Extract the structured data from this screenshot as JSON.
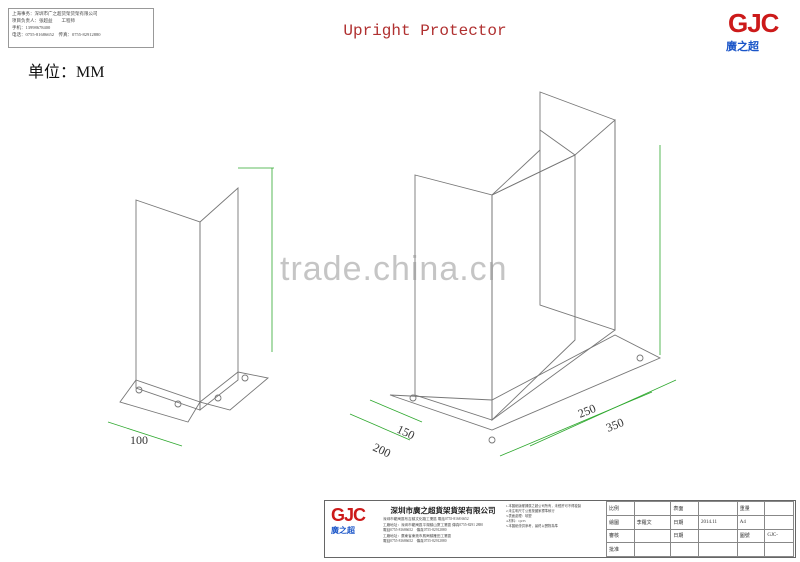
{
  "info": {
    "lines": [
      "上海事务：深圳市广之超货架货架有限公司",
      "项目负责人：张超益　　工程师",
      "手机：13998678400",
      "电话：0755-81686652　传真：0755-82912880"
    ]
  },
  "title": "Upright Protector",
  "unit_label": "单位：MM",
  "logo": {
    "mark": "GJC",
    "company_cn": "廣之超"
  },
  "watermark": "trade.china.cn",
  "dimensions": {
    "left_width": "100",
    "d150": "150",
    "d200": "200",
    "d250": "250",
    "d350": "350"
  },
  "title_block": {
    "logo_mark": "GJC",
    "logo_cn": "廣之超",
    "company": "深圳市廣之超貨架貨架有限公司",
    "address_lines": [
      "深圳市龍崗區布吉鎮文化路工業區 電話0755-8168 6652",
      "工廠地址：深圳市龍崗區平湖鎮山廈工業區 傳真0755-8291 2880",
      "電話0755-81686652　傳真0755-82912880",
      "工廠地址：廣東省東莞市鳳崗鎮雁田工業區",
      "電話0755-81686652　傳真0755-82912880"
    ],
    "notes_lines": [
      "1.本圖紙版權歸廣之超公司所有，未經許可不得複製",
      "2.未注明尺寸公差按國家標準執行",
      "3.表面處理：噴塑",
      "4.材料：Q235",
      "5.本圖紙僅供參考，最終以實物為準"
    ],
    "grid": {
      "r1": [
        "比例",
        "",
        "表面",
        "",
        "重量",
        ""
      ],
      "r2": [
        "繪圖",
        "李羅文",
        "日期",
        "2014.11",
        "A4",
        ""
      ],
      "r3": [
        "審核",
        "",
        "日期",
        "",
        "圖號",
        "GJC-"
      ],
      "r4": [
        "批准",
        "",
        "",
        "",
        "",
        ""
      ]
    }
  }
}
